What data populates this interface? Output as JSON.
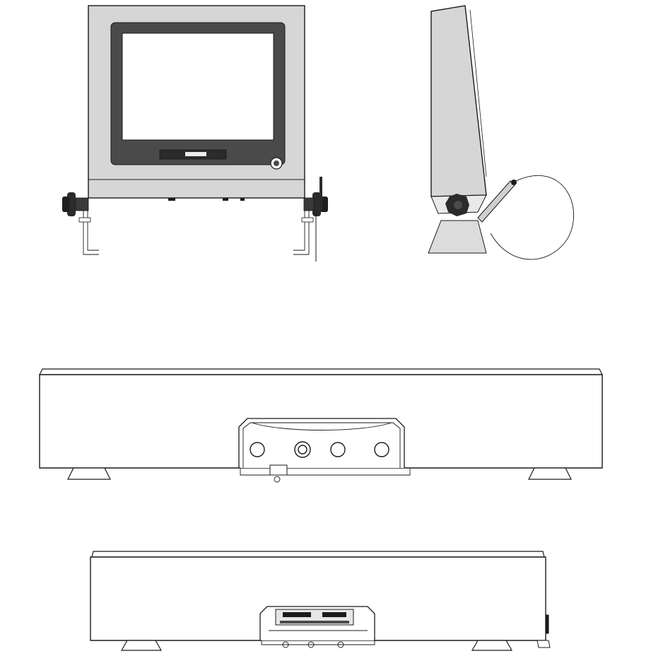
{
  "drawing": {
    "views": [
      {
        "id": "monitor-front-view"
      },
      {
        "id": "monitor-side-view"
      },
      {
        "id": "base-rear-view"
      },
      {
        "id": "base-front-view"
      }
    ]
  },
  "colors": {
    "housing": "#d6d6d6",
    "housing_shade": "#c4c4c4",
    "bezel": "#4a4a4a",
    "screen": "#ffffff",
    "line": "#1a1a1a",
    "knob": "#2b2b2b"
  }
}
